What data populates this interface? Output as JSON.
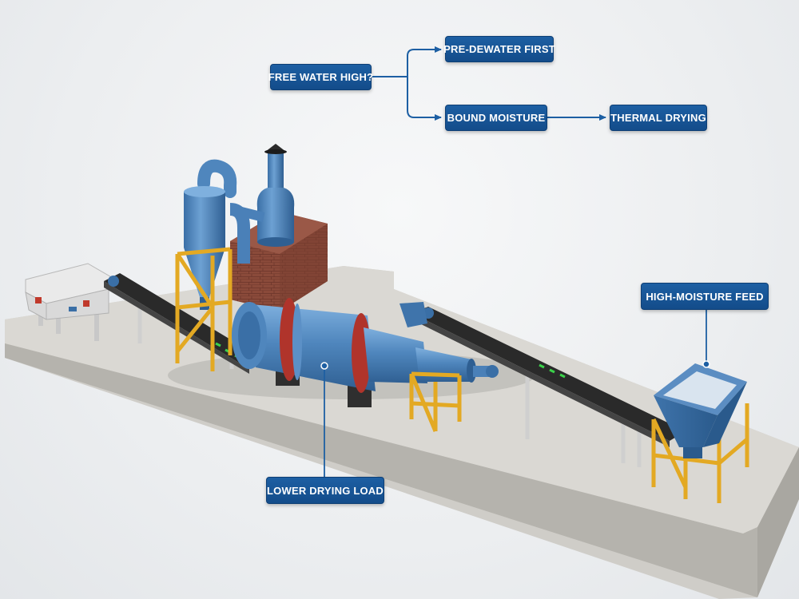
{
  "flowchart": {
    "question": "FREE WATER HIGH?",
    "yes_action": "PRE-DEWATER FIRST",
    "no_condition": "BOUND MOISTURE",
    "no_action": "THERMAL DRYING"
  },
  "callouts": {
    "feed": "HIGH-MOISTURE FEED",
    "dryer": "LOWER DRYING LOAD"
  },
  "colors": {
    "label_blue": "#1a5799",
    "equipment_blue": "#4f86bd",
    "frame_yellow": "#e3a923",
    "flange_red": "#b0342b",
    "brick": "#8a4a3a",
    "concrete": "#c9c7c2"
  }
}
